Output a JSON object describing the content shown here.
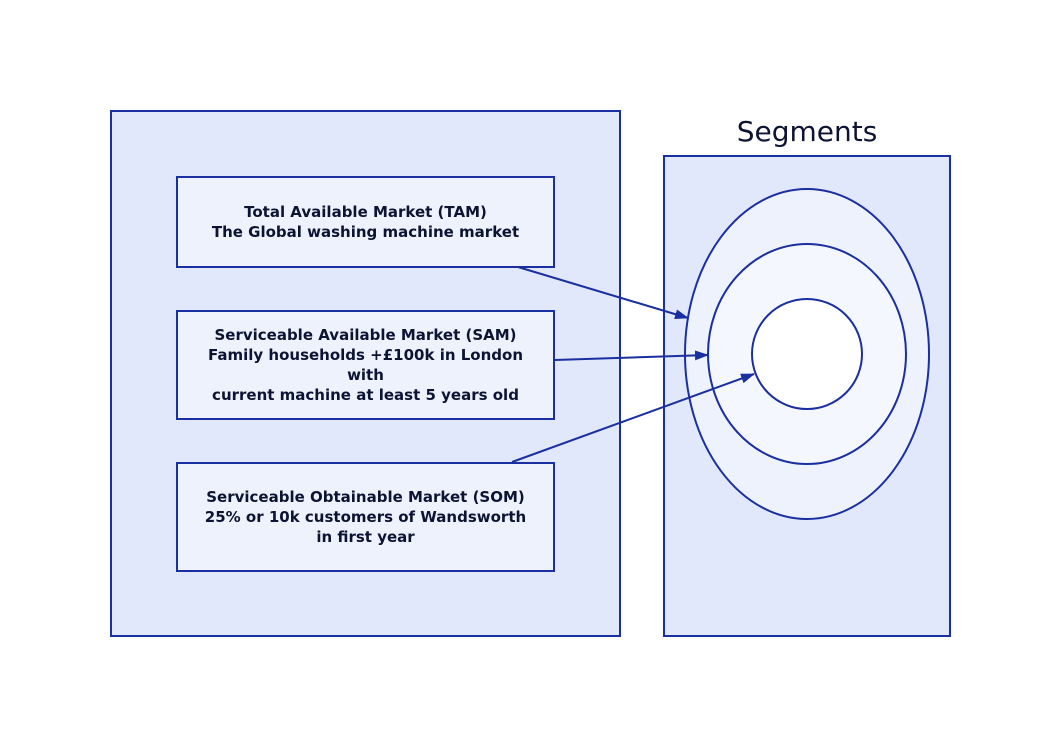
{
  "segments": {
    "title": "Segments"
  },
  "markets": {
    "tam": {
      "line1": "Total Available Market (TAM)",
      "line2": "The Global washing machine market"
    },
    "sam": {
      "line1": "Serviceable Available Market (SAM)",
      "line2": "Family households +£100k in London with",
      "line3": "current machine at least 5 years old"
    },
    "som": {
      "line1": "Serviceable Obtainable Market (SOM)",
      "line2": "25% or 10k customers of Wandsworth",
      "line3": "in first year"
    }
  },
  "colors": {
    "stroke": "#1a2fa0",
    "panel_fill": "#e1e8fb",
    "box_fill": "#eef2fd",
    "ring_outer_fill": "#eef2fd",
    "ring_middle_fill": "#f5f7fe",
    "ring_inner_fill": "#ffffff",
    "text": "#0d1433"
  }
}
